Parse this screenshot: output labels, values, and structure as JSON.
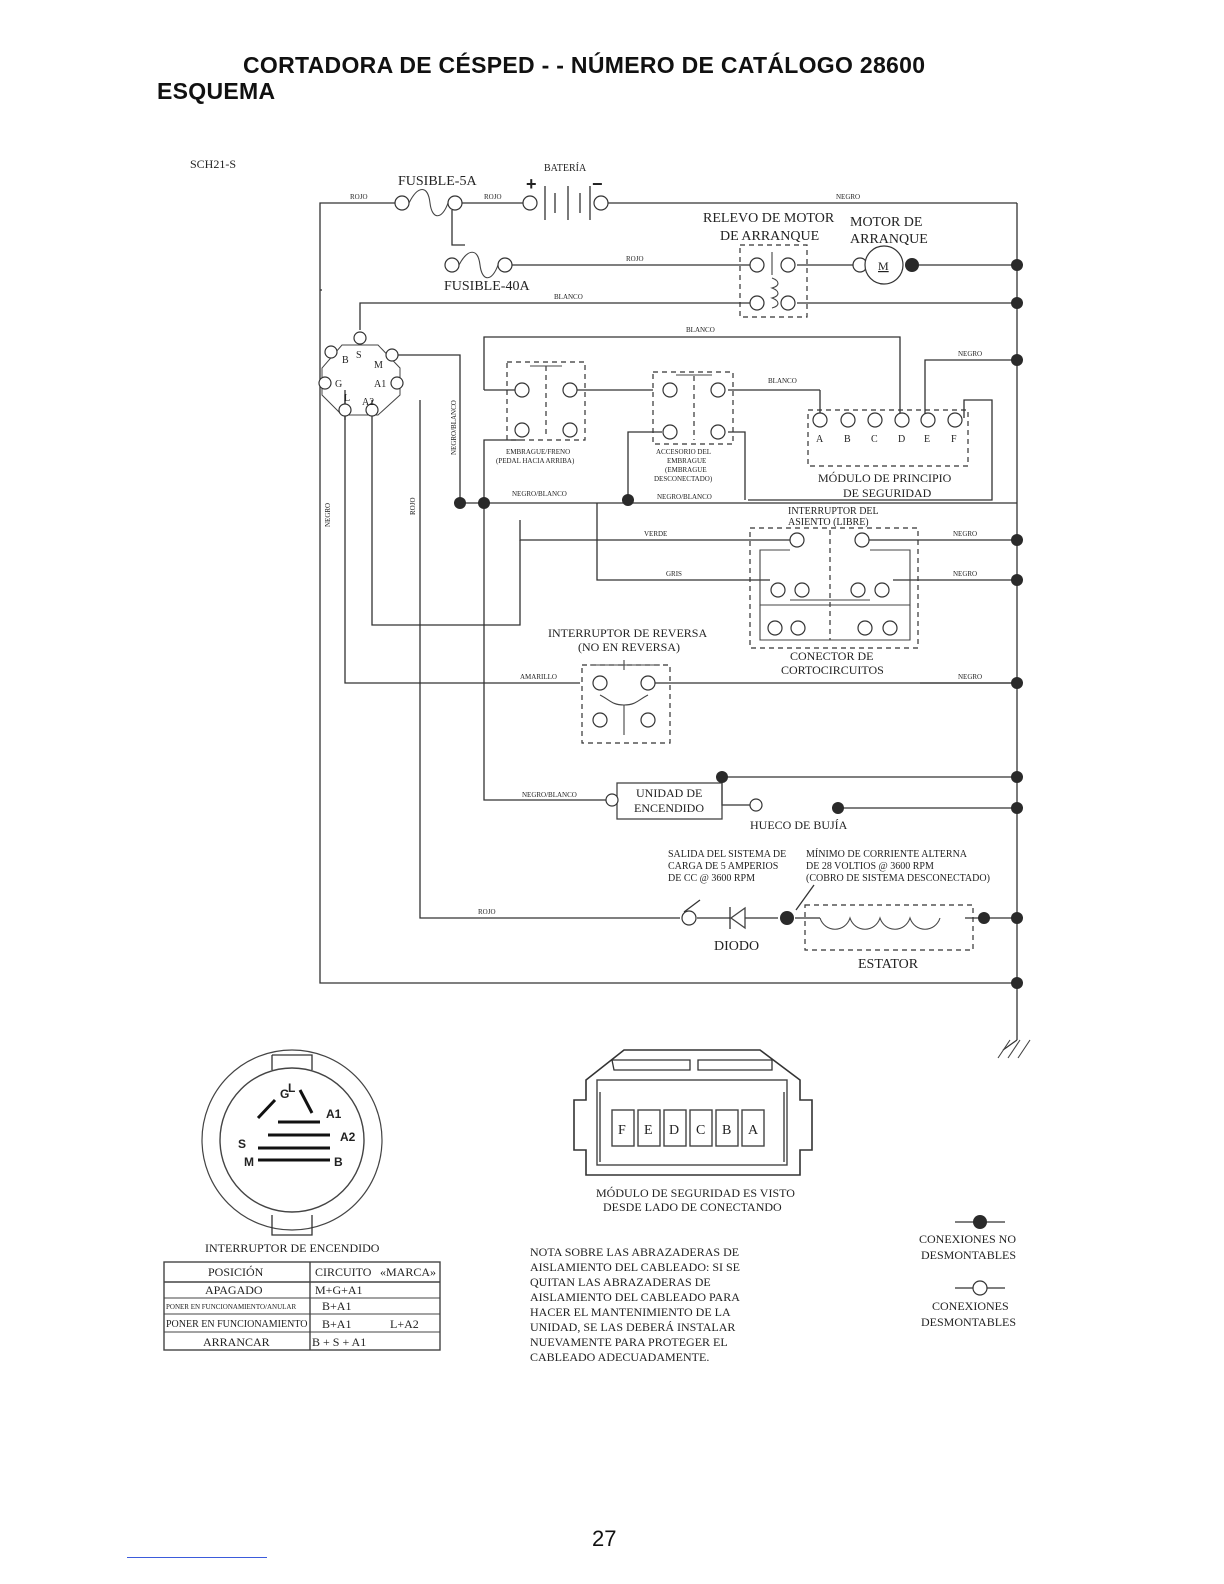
{
  "header": {
    "title": "CORTADORA DE CÉSPED - - NÚMERO DE CATÁLOGO 28600",
    "subtitle": "ESQUEMA"
  },
  "schematic": {
    "code": "SCH21-S",
    "components": {
      "fuse_5a": "FUSIBLE-5A",
      "battery": "BATERÍA",
      "battery_plus": "+",
      "battery_minus": "−",
      "fuse_40a": "FUSIBLE-40A",
      "relay_l1": "RELEVO DE MOTOR",
      "relay_l2": "DE ARRANQUE",
      "motor_l1": "MOTOR DE",
      "motor_l2": "ARRANQUE",
      "motor_symbol": "M",
      "ign_B": "B",
      "ign_S": "S",
      "ign_M": "M",
      "ign_G": "G",
      "ign_A1": "A1",
      "ign_L": "L",
      "ign_A2": "A2",
      "brake_l1": "EMBRAGUE/FRENO",
      "brake_l2": "(PEDAL HACIA ARRIBA)",
      "acc_l1": "ACCESORIO DEL",
      "acc_l2": "EMBRAGUE",
      "acc_l3": "(EMBRAGUE",
      "acc_l4": "DESCONECTADO)",
      "mod_A": "A",
      "mod_B": "B",
      "mod_C": "C",
      "mod_D": "D",
      "mod_E": "E",
      "mod_F": "F",
      "module_l1": "MÓDULO DE PRINCIPIO",
      "module_l2": "DE SEGURIDAD",
      "seat_l1": "INTERRUPTOR DEL",
      "seat_l2": "ASIENTO (LIBRE)",
      "short_l1": "CONECTOR DE",
      "short_l2": "CORTOCIRCUITOS",
      "reverse_l1": "INTERRUPTOR DE REVERSA",
      "reverse_l2": "(NO EN REVERSA)",
      "ignition_unit_l1": "UNIDAD DE",
      "ignition_unit_l2": "ENCENDIDO",
      "spark_plug": "HUECO DE BUJÍA",
      "output_l1": "SALIDA DEL SISTEMA DE",
      "output_l2": "CARGA DE 5 AMPERIOS",
      "output_l3": "DE CC @ 3600 RPM",
      "ac_l1": "MÍNIMO DE CORRIENTE ALTERNA",
      "ac_l2": "DE 28 VOLTIOS @ 3600 RPM",
      "ac_l3": "(COBRO DE SISTEMA DESCONECTADO)",
      "diode": "DIODO",
      "stator": "ESTATOR"
    },
    "wires": {
      "rojo_1": "ROJO",
      "rojo_2": "ROJO",
      "negro_top": "NEGRO",
      "rojo_40a": "ROJO",
      "blanco_1": "BLANCO",
      "blanco_2": "BLANCO",
      "negro_right": "NEGRO",
      "blanco_3": "BLANCO",
      "negro_blanco_v": "NEGRO/BLANCO",
      "negro_blanco_1": "NEGRO/BLANCO",
      "negro_blanco_2": "NEGRO/BLANCO",
      "negro_v": "NEGRO",
      "rojo_v": "ROJO",
      "verde": "VERDE",
      "negro_seat1": "NEGRO",
      "gris": "GRIS",
      "negro_seat2": "NEGRO",
      "amarillo": "AMARILLO",
      "negro_short": "NEGRO",
      "negro_blanco_ign": "NEGRO/BLANCO",
      "rojo_diode": "ROJO"
    }
  },
  "ignition_switch": {
    "label_G": "G",
    "label_L": "L",
    "label_A1": "A1",
    "label_S": "S",
    "label_A2": "A2",
    "label_M": "M",
    "label_B": "B",
    "title": "INTERRUPTOR DE ENCENDIDO",
    "headers": [
      "POSICIÓN",
      "CIRCUITO",
      "«MARCA»"
    ],
    "rows": [
      {
        "position": "APAGADO",
        "circuit": "M+G+A1",
        "mark": ""
      },
      {
        "position": "PONER EN FUNCIONAMIENTO/ANULAR",
        "circuit": "B+A1",
        "mark": ""
      },
      {
        "position": "PONER EN FUNCIONAMIENTO",
        "circuit": "B+A1",
        "mark": "L+A2"
      },
      {
        "position": "ARRANCAR",
        "circuit": "B + S + A1",
        "mark": ""
      }
    ]
  },
  "connector": {
    "pins": [
      "F",
      "E",
      "D",
      "C",
      "B",
      "A"
    ],
    "caption_l1": "MÓDULO DE SEGURIDAD ES VISTO",
    "caption_l2": "DESDE LADO DE CONECTANDO"
  },
  "note": [
    "NOTA SOBRE LAS ABRAZADERAS DE",
    "AISLAMIENTO DEL CABLEADO: SI SE",
    "QUITAN LAS ABRAZADERAS DE",
    "AISLAMIENTO DEL CABLEADO PARA",
    "HACER EL MANTENIMIENTO DE LA",
    "UNIDAD, SE LAS DEBERÁ INSTALAR",
    "NUEVAMENTE PARA PROTEGER EL",
    "CABLEADO ADECUADAMENTE."
  ],
  "legend": {
    "fixed_l1": "CONEXIONES NO",
    "fixed_l2": "DESMONTABLES",
    "removable_l1": "CONEXIONES",
    "removable_l2": "DESMONTABLES"
  },
  "page_number": "27"
}
